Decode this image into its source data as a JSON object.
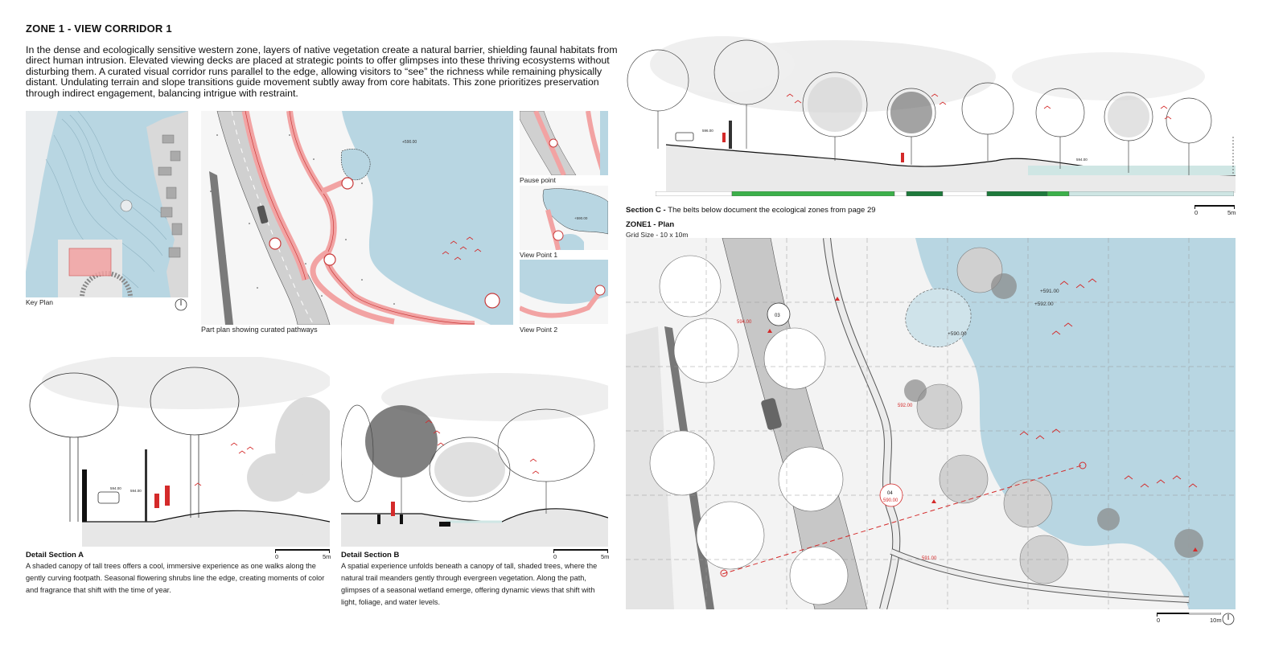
{
  "header": {
    "title": "ZONE 1 - VIEW CORRIDOR 1",
    "intro": "In the dense and ecologically sensitive western zone, layers of native vegetation create a natural barrier, shielding faunal habitats from direct human intrusion. Elevated viewing decks are placed at strategic points to offer glimpses into these thriving ecosystems without disturbing them. A curated visual corridor runs parallel to the edge, allowing visitors to “see” the richness while remaining physically distant. Undulating terrain and slope transitions guide movement subtly away from core habitats. This zone prioritizes preservation through indirect engagement, balancing intrigue with restraint."
  },
  "key_plan": {
    "caption": "Key Plan"
  },
  "part_plan": {
    "caption": "Part plan showing curated pathways",
    "level_label": "+590.00"
  },
  "insets": {
    "pause_point": "Pause point",
    "view_point_1": "View Point 1",
    "view_point_1_level": "+590.00",
    "view_point_2": "View Point 2"
  },
  "section_c": {
    "label": "Section C - ",
    "desc": "The belts below document the ecological zones from page 29",
    "scale_0": "0",
    "scale_end": "5m",
    "belts": [
      {
        "color": "#ffffff"
      },
      {
        "color": "#3cb04a"
      },
      {
        "color": "#ffffff"
      },
      {
        "color": "#1e7a3c"
      },
      {
        "color": "#ffffff"
      },
      {
        "color": "#1e7a3c"
      },
      {
        "color": "#3cb04a"
      },
      {
        "color": "#cfe6e4"
      }
    ],
    "road_level": "596.00",
    "path_level": "594.00"
  },
  "zone_plan": {
    "title": "ZONE1 - Plan",
    "grid": "Grid Size - 10 x 10m",
    "levels": [
      "+591.00",
      "+592.00",
      "+590.00"
    ],
    "point_labels": [
      "04",
      "03"
    ],
    "red_levels": [
      "594.00",
      "592.00",
      "590.00",
      "591.00"
    ],
    "scale_0": "0",
    "scale_end": "10m"
  },
  "detail_a": {
    "title": "Detail Section A",
    "text": "A shaded canopy of tall trees offers a cool, immersive experience as one walks along the gently curving footpath. Seasonal flowering shrubs line the edge, creating moments of color and fragrance that shift with the time of year.",
    "scale_0": "0",
    "scale_end": "5m",
    "road_level": "594.00",
    "path_level": "594.00"
  },
  "detail_b": {
    "title": "Detail Section B",
    "text": "A spatial experience unfolds beneath a canopy of tall, shaded trees, where the natural trail meanders gently through evergreen vegetation. Along the path, glimpses of a seasonal wetland emerge, offering dynamic views that shift with light, foliage, and water levels.",
    "scale_0": "0",
    "scale_end": "5m"
  },
  "colors": {
    "water": "#b8d6e2",
    "path": "#f2a3a3",
    "path_edge": "#c93a3a",
    "accent_red": "#d42a2a",
    "green_light": "#3cb04a",
    "green_dark": "#1e7a3c"
  }
}
